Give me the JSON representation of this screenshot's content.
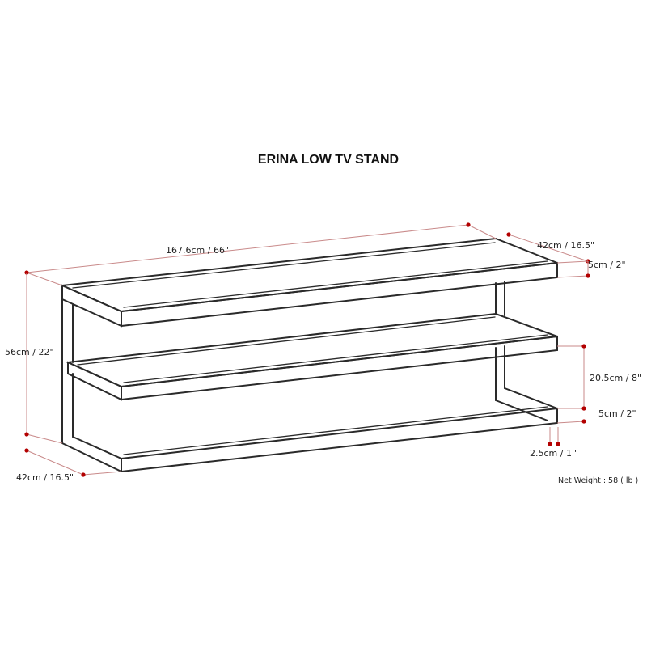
{
  "title": "ERINA LOW TV STAND",
  "dimensions": {
    "width": "167.6cm / 66\"",
    "depth_top": "42cm / 16.5\"",
    "top_thickness": "5cm / 2\"",
    "height": "56cm / 22\"",
    "depth_bottom": "42cm / 16.5\"",
    "shelf_gap": "20.5cm / 8\"",
    "bottom_thickness": "5cm / 2\"",
    "leg_width": "2.5cm / 1''"
  },
  "net_weight": "Net Weight : 58 ( lb )",
  "colors": {
    "dimension_line": "#c98a8a",
    "dimension_dot": "#b30000",
    "furniture_line": "#2a2a2a"
  }
}
